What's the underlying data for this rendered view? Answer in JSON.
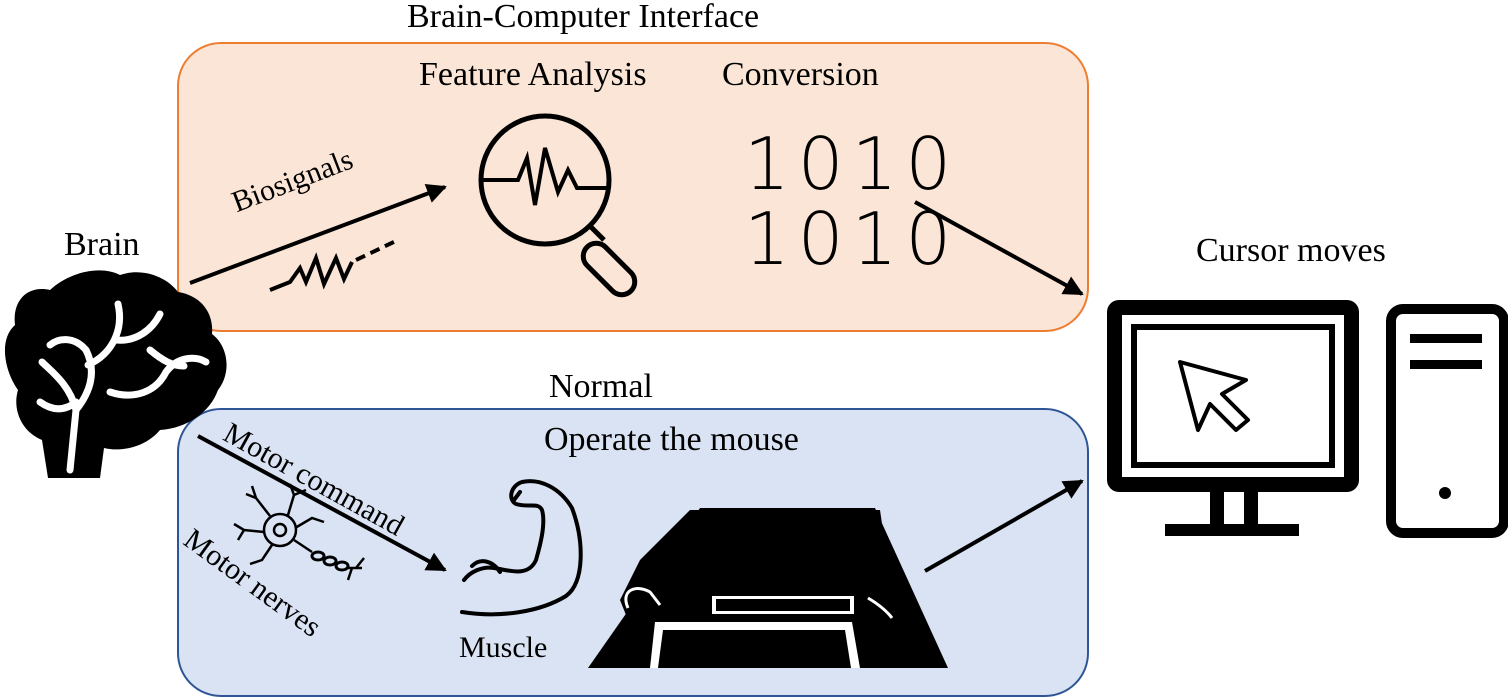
{
  "labels": {
    "bci_title": "Brain-Computer Interface",
    "feature_analysis": "Feature Analysis",
    "conversion": "Conversion",
    "brain": "Brain",
    "biosignals": "Biosignals",
    "cursor_moves": "Cursor moves",
    "normal": "Normal",
    "operate_mouse": "Operate the mouse",
    "motor_command": "Motor command",
    "motor_nerves": "Motor nerves",
    "muscle": "Muscle"
  },
  "binary": {
    "row1": "1010",
    "row2": "1010"
  },
  "icons": [
    "brain-icon",
    "biosignal-wave-icon",
    "magnifier-signal-icon",
    "binary-code-icon",
    "neuron-icon",
    "muscle-arm-icon",
    "hands-on-mouse-icon",
    "monitor-cursor-icon",
    "pc-tower-icon"
  ],
  "colors": {
    "bci_fill": "#fbe5d6",
    "bci_border": "#ed7d31",
    "normal_fill": "#dae3f3",
    "normal_border": "#2f5597"
  }
}
